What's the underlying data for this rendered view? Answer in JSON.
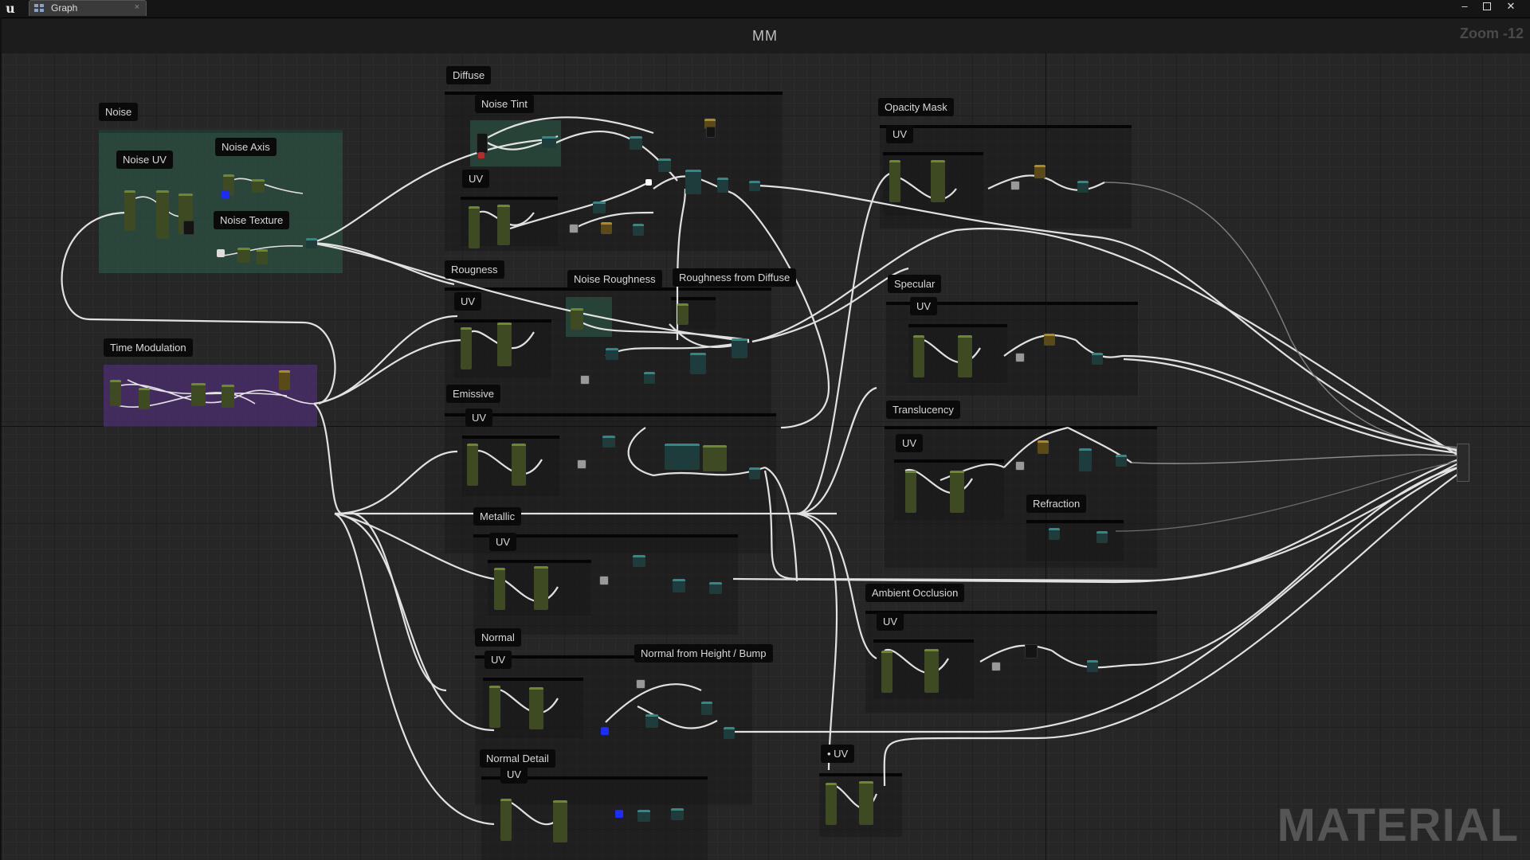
{
  "window": {
    "logo_glyph": "u",
    "tab": {
      "label": "Graph",
      "icon": "graph-icon",
      "close_glyph": "×"
    },
    "controls": {
      "minimize": "–",
      "maximize": "",
      "close": "✕"
    }
  },
  "graph": {
    "title": "MM",
    "zoom": "Zoom -12",
    "watermark": "MATERIAL"
  },
  "comments": {
    "noise": "Noise",
    "noise_uv": "Noise UV",
    "noise_axis": "Noise Axis",
    "noise_texture": "Noise Texture",
    "time_modulation": "Time Modulation",
    "diffuse": "Diffuse",
    "noise_tint": "Noise Tint",
    "diffuse_uv": "UV",
    "rougness": "Rougness",
    "noise_roughness": "Noise Roughness",
    "roughness_from_diffuse": "Roughness from Diffuse",
    "rougness_uv": "UV",
    "emissive": "Emissive",
    "emissive_uv": "UV",
    "metallic": "Metallic",
    "metallic_uv": "UV",
    "normal": "Normal",
    "normal_from_height": "Normal from Height / Bump",
    "normal_uv": "UV",
    "normal_detail": "Normal Detail",
    "normal_detail_uv": "UV",
    "opacity_mask": "Opacity Mask",
    "opacity_uv": "UV",
    "specular": "Specular",
    "specular_uv": "UV",
    "translucency": "Translucency",
    "translucency_uv": "UV",
    "refraction": "Refraction",
    "ambient_occlusion": "Ambient Occlusion",
    "ao_uv": "UV",
    "standalone_uv": "• UV"
  },
  "colors": {
    "noise_group": "#2d5f4b",
    "time_group": "#5a328c",
    "wire": "#f2f2f2",
    "param_node": "#6c8a2a",
    "texture_node": "#2b8a8a",
    "red_pin": "#c0262a",
    "blue_swatch": "#1a2cff"
  }
}
